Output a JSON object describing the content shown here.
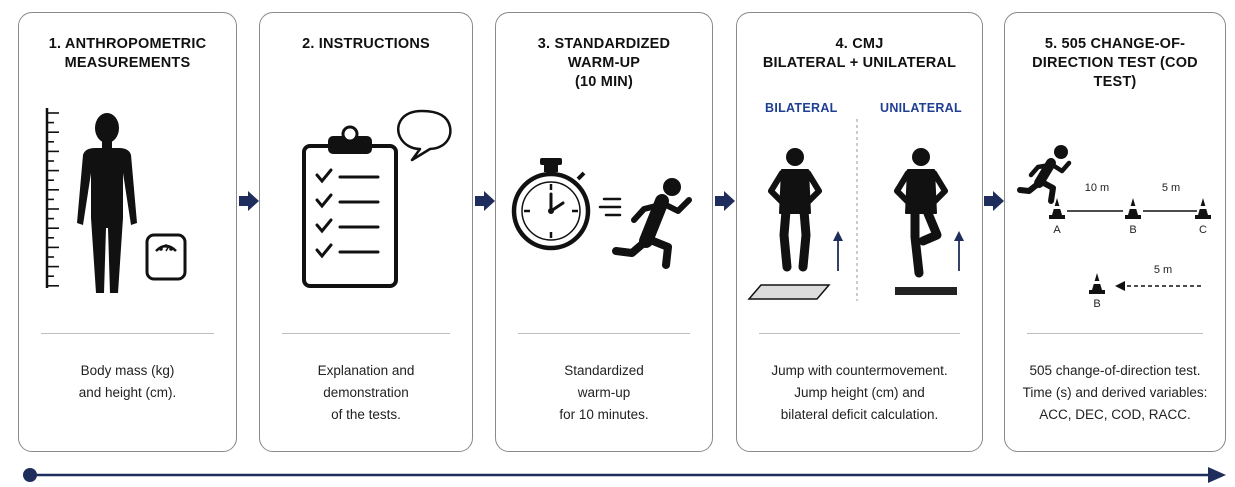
{
  "steps": [
    {
      "title": [
        "1. ANTHROPOMETRIC",
        "MEASUREMENTS"
      ],
      "description": [
        "Body mass (kg)",
        "and height (cm)."
      ]
    },
    {
      "title": [
        "2. INSTRUCTIONS"
      ],
      "description": [
        "Explanation and",
        "demonstration",
        "of the tests."
      ]
    },
    {
      "title": [
        "3.  STANDARDIZED",
        "WARM-UP",
        "(10 MIN)"
      ],
      "description": [
        "Standardized",
        "warm-up",
        "for 10 minutes."
      ]
    },
    {
      "title": [
        "4. CMJ",
        "BILATERAL + UNILATERAL"
      ],
      "description": [
        "Jump with countermovement.",
        "Jump height (cm) and",
        "bilateral deficit calculation."
      ]
    },
    {
      "title": [
        "5. 505 CHANGE-OF-",
        "DIRECTION TEST (COD TEST)"
      ],
      "description": [
        "505 change-of-direction test.",
        "Time (s) and derived variables:",
        "ACC, DEC, COD, RACC."
      ]
    }
  ],
  "cmj": {
    "bilateral_label": "BILATERAL",
    "unilateral_label": "UNILATERAL"
  },
  "cod": {
    "cones_top": [
      "A",
      "B",
      "C"
    ],
    "dist_ab": "10 m",
    "dist_bc": "5 m",
    "cone_bottom": "B",
    "dist_return": "5 m"
  },
  "colors": {
    "accent": "#1f2d5c",
    "label_blue": "#1f3f93",
    "border": "#8a8a8a"
  }
}
